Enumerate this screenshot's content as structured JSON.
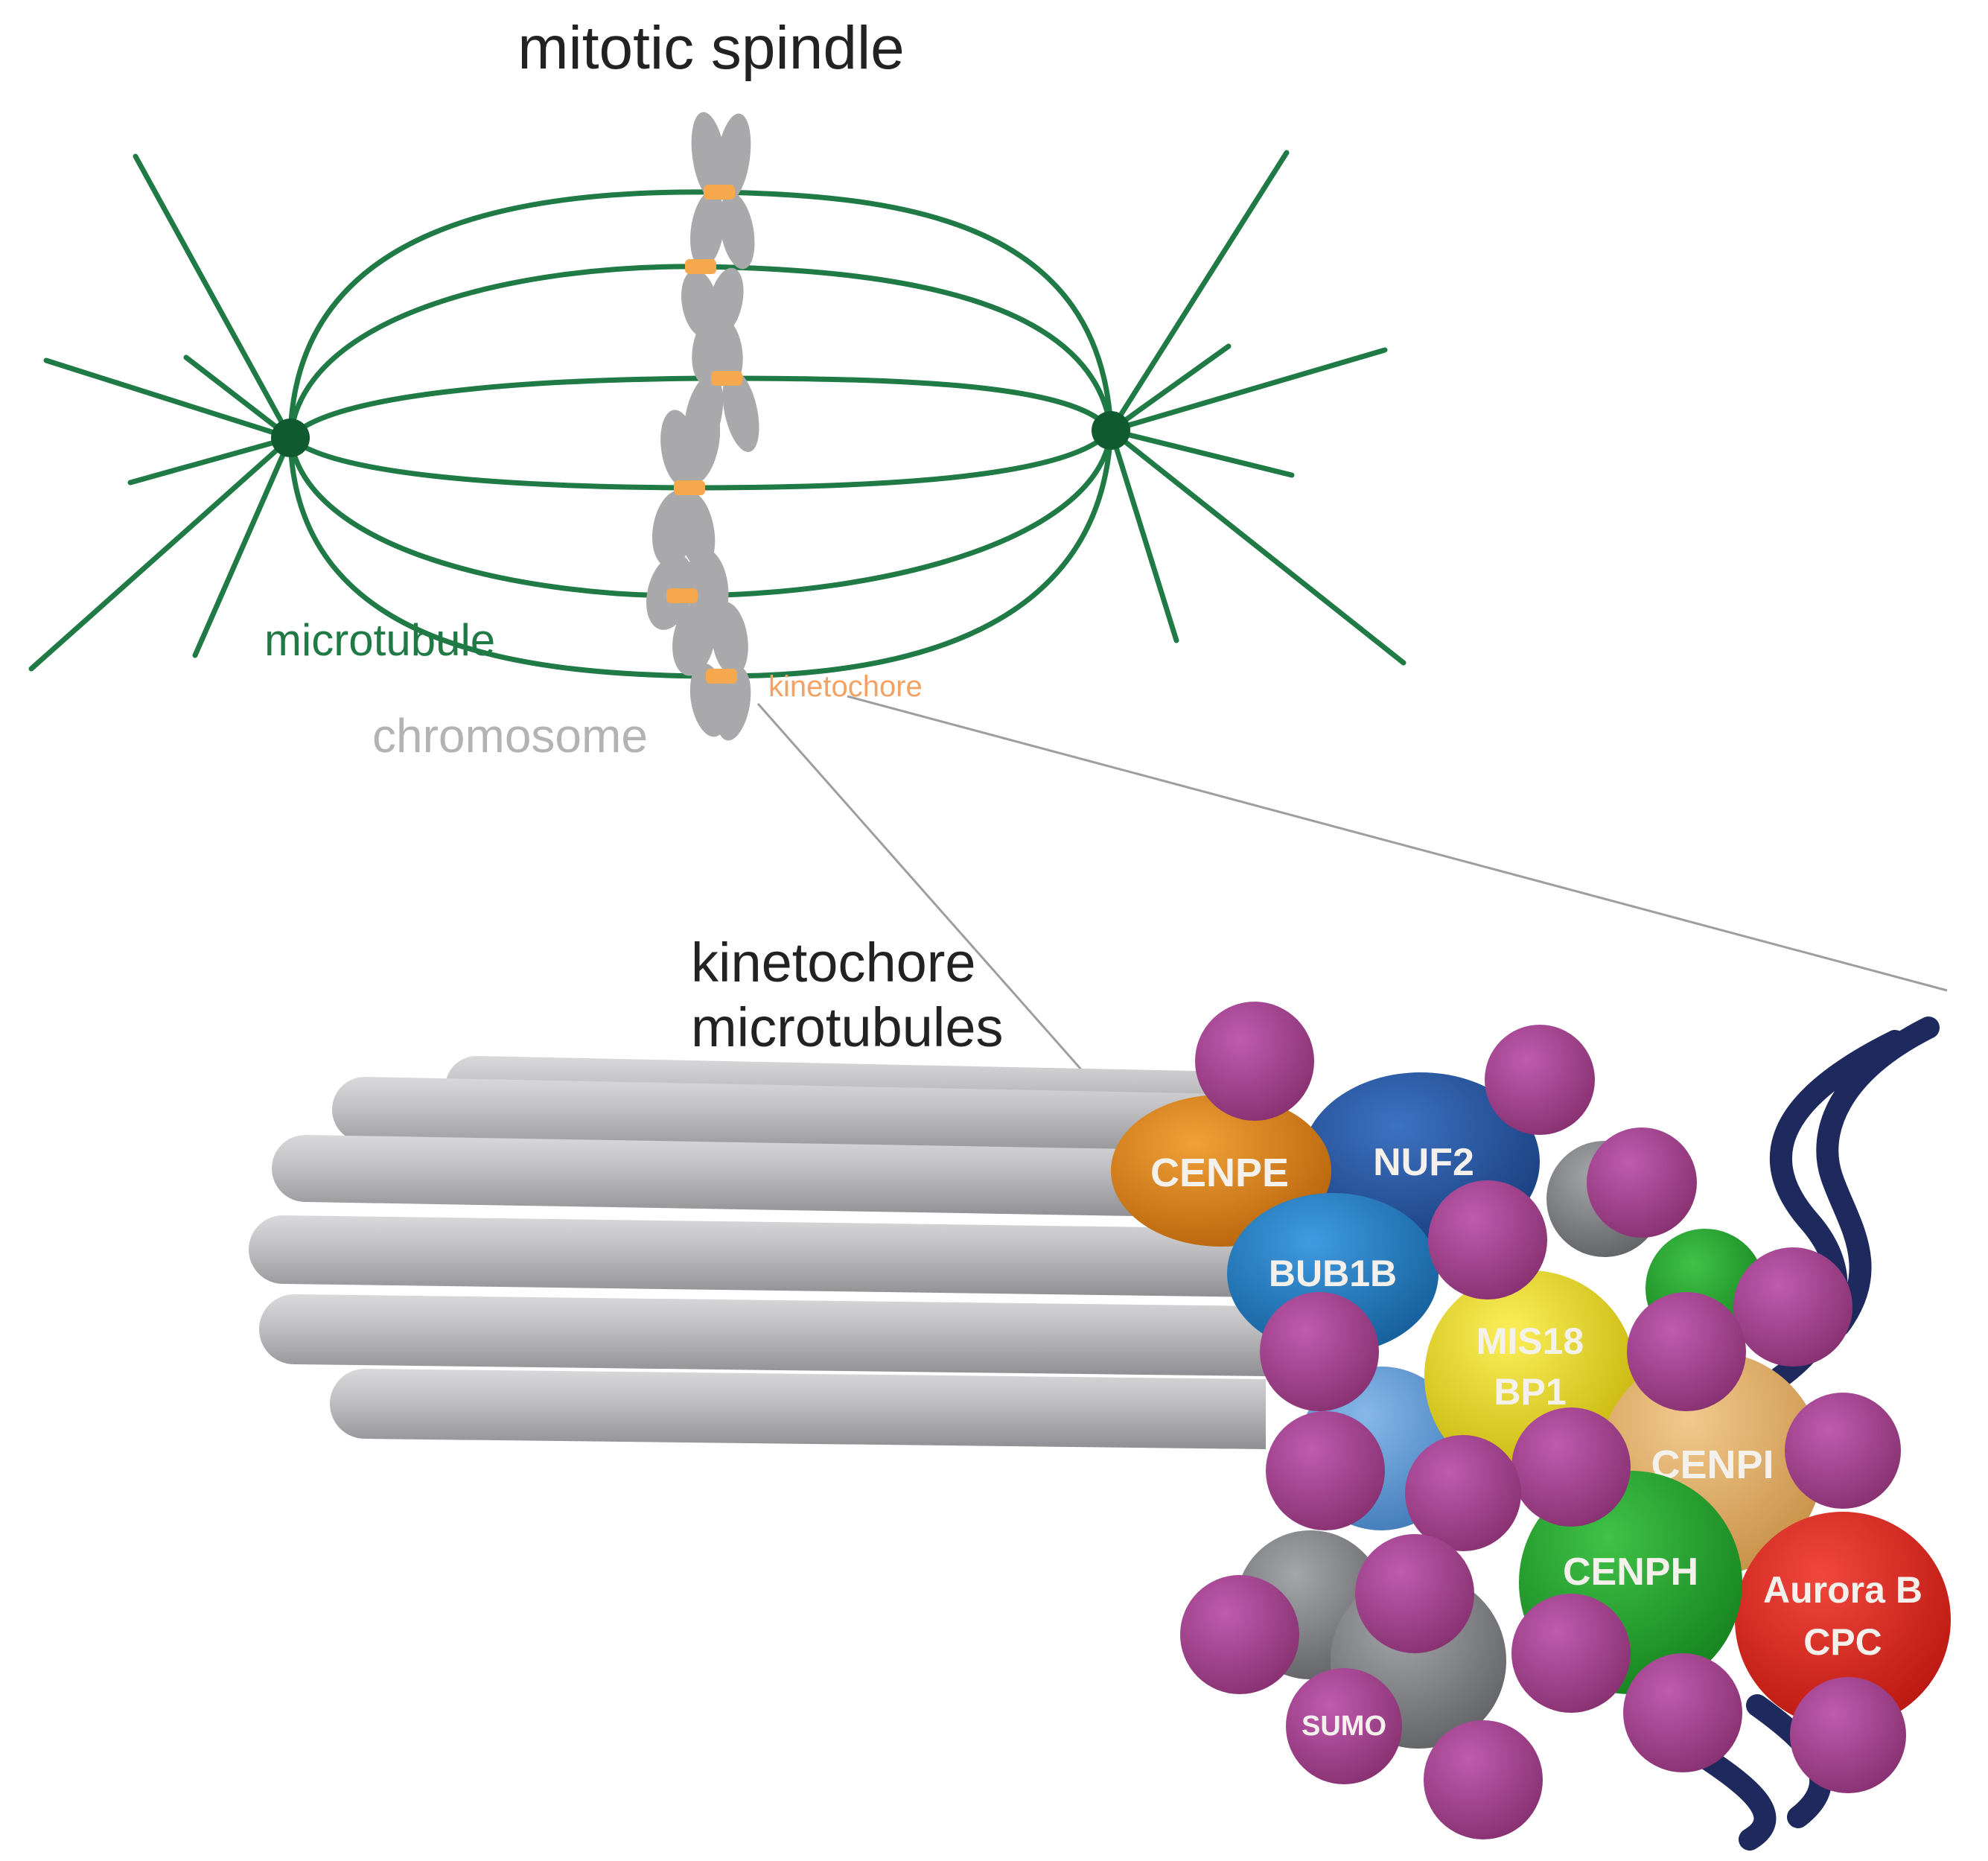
{
  "top": {
    "title": "mitotic spindle",
    "microtubule_label": "microtubule",
    "kinetochore_label": "kinetochore",
    "chromosome_label": "chromosome"
  },
  "bottom": {
    "km_label_line1": "kinetochore",
    "km_label_line2": "microtubules"
  },
  "proteins": [
    {
      "id": "cenpe",
      "label": "CENPE",
      "color": "#d97a12"
    },
    {
      "id": "nuf2",
      "label": "NUF2",
      "color": "#1f4f9a"
    },
    {
      "id": "bub1b",
      "label": "BUB1B",
      "color": "#1d74b8"
    },
    {
      "id": "mis18bp1",
      "label_line1": "MIS18",
      "label_line2": "BP1",
      "color": "#e6d60f"
    },
    {
      "id": "cenpi",
      "label": "CENPI",
      "color": "#e0b06a"
    },
    {
      "id": "cenph",
      "label": "CENPH",
      "color": "#22a02a"
    },
    {
      "id": "aurorab",
      "label_line1": "Aurora B",
      "label_line2": "CPC",
      "color": "#e3261d"
    },
    {
      "id": "sumo",
      "label": "SUMO",
      "color": "#9b3e8f"
    }
  ],
  "colors": {
    "spindle_green": "#1f7a45",
    "pole_green": "#0f5a2e",
    "kinetochore_orange": "#f5a84c",
    "chromosome_gray": "#a9a9ab",
    "sumo_magenta": "#a3428f",
    "dna_navy": "#1e2a5e"
  }
}
